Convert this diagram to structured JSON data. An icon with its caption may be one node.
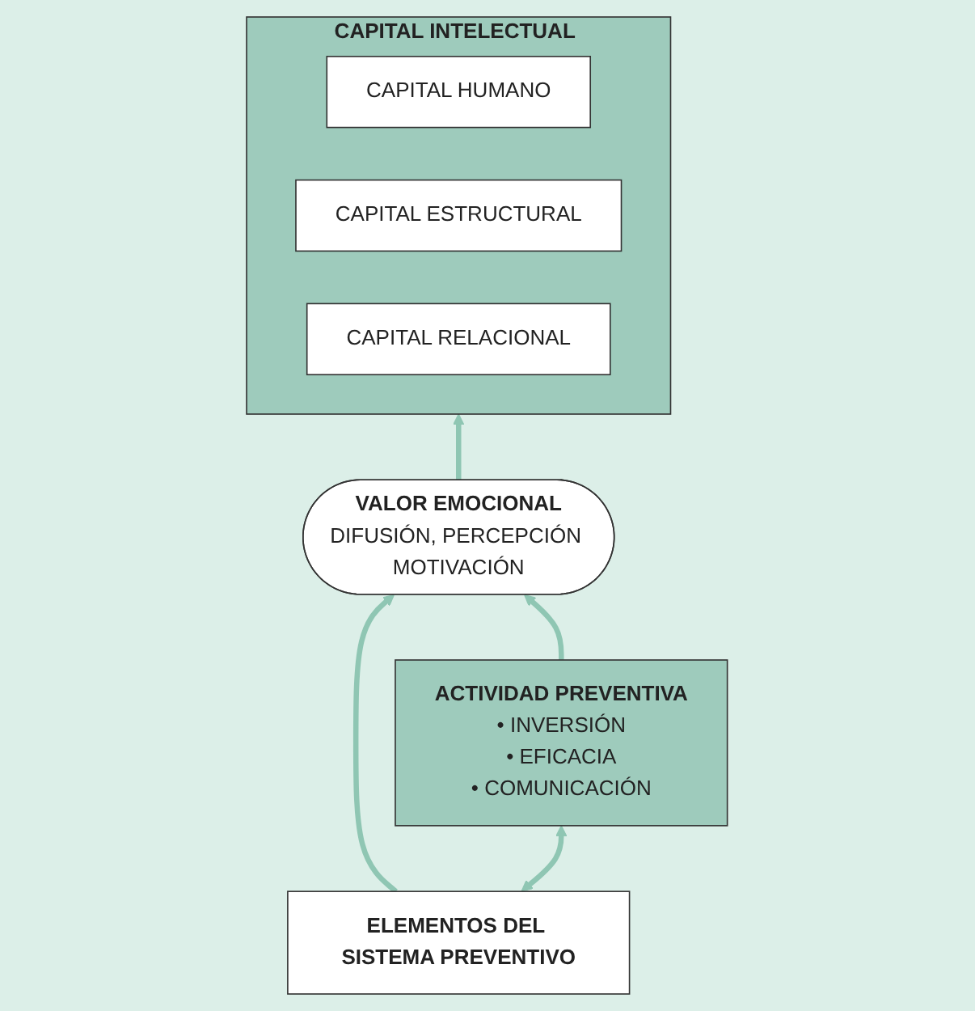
{
  "diagram": {
    "nodes": [
      {
        "text": [
          "CAPITAL INTELECTUAL"
        ]
      },
      {
        "text": [
          "CAPITAL HUMANO"
        ],
        "in": 0
      },
      {
        "text": [
          "CAPITAL ESTRUCTURAL"
        ],
        "in": 0
      },
      {
        "text": [
          "CAPITAL RELACIONAL"
        ],
        "in": 0
      },
      {
        "text": [
          "VALOR EMOCIONAL",
          "DIFUSIÓN, PERCEPCIÓN MOTIVACIÓN"
        ]
      },
      {
        "text": [
          "ELEMENTOS DEL SISTEMA PREVENTIVO"
        ]
      },
      {
        "text": [
          "ACTIVIDAD PREVENTIVA",
          "• INVERSIÓN",
          "• EFICACIA",
          "• COMUNICACIÓN"
        ]
      }
    ],
    "edges": [
      {
        "from": 4,
        "to": 0,
        "arrow": "to"
      },
      {
        "from": 5,
        "to": 4,
        "arrow": "to"
      },
      {
        "from": 6,
        "to": 4,
        "arrow": "to"
      },
      {
        "from": 5,
        "to": 6,
        "arrow": "both"
      }
    ]
  }
}
